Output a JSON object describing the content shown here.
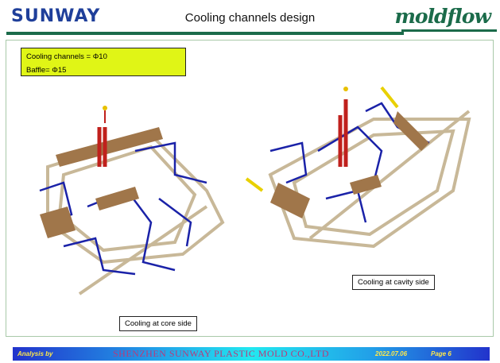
{
  "header": {
    "logo": "SUNWAY",
    "title": "Cooling channels design",
    "brand": "moldflow"
  },
  "note": {
    "line1": "Cooling channels = Φ10",
    "line2": "Baffle= Φ15"
  },
  "captions": {
    "core": "Cooling at core side",
    "cavity": "Cooling at cavity side"
  },
  "footer": {
    "analysis": "Analysis by",
    "company": "SHENZHEN SUNWAY PLASTIC MOLD CO.,LTD",
    "date": "2022.07.06",
    "page": "Page 6"
  },
  "colors": {
    "channel": "#1a22a8",
    "baffle": "#a0764a",
    "inlet": "#c0201c",
    "brand": "#1b6b4a"
  }
}
